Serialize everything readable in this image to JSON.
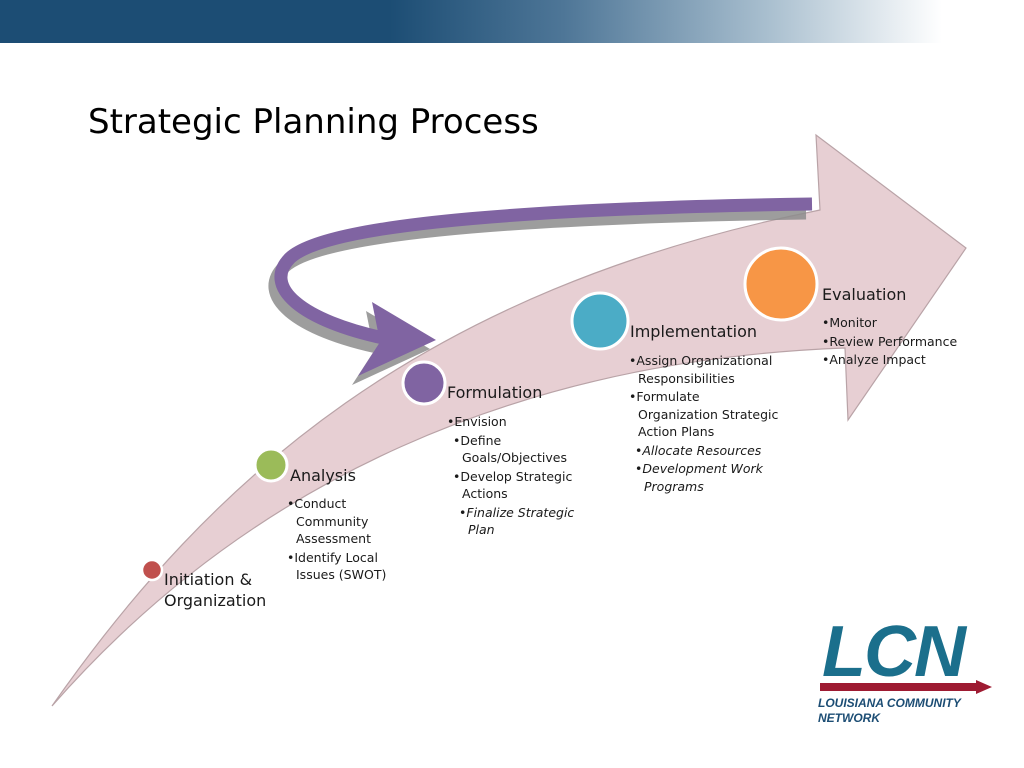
{
  "slide": {
    "title": "Strategic Planning Process"
  },
  "stages": [
    {
      "name": "Initiation & Organization",
      "label_lines": [
        "Initiation &",
        "Organization"
      ],
      "color": "#c0504d",
      "bullets": []
    },
    {
      "name": "Analysis",
      "label_lines": [
        "Analysis"
      ],
      "color": "#9bbb59",
      "bullets": [
        {
          "text": "Conduct\nCommunity\nAssessment",
          "italic": false
        },
        {
          "text": "Identify Local\nIssues (SWOT)",
          "italic": false
        }
      ]
    },
    {
      "name": "Formulation",
      "label_lines": [
        "Formulation"
      ],
      "color": "#8064a2",
      "bullets": [
        {
          "text": "Envision",
          "italic": false
        },
        {
          "text": "Define\nGoals/Objectives",
          "italic": false
        },
        {
          "text": "Develop Strategic\nActions",
          "italic": false
        },
        {
          "text": "Finalize Strategic\nPlan",
          "italic": true
        }
      ]
    },
    {
      "name": "Implementation",
      "label_lines": [
        "Implementation"
      ],
      "color": "#4bacc6",
      "bullets": [
        {
          "text": "Assign Organizational\nResponsibilities",
          "italic": false
        },
        {
          "text": "Formulate\nOrganization Strategic\nAction Plans",
          "italic": false
        },
        {
          "text": "Allocate Resources",
          "italic": true
        },
        {
          "text": "Development Work\nPrograms",
          "italic": true
        }
      ]
    },
    {
      "name": "Evaluation",
      "label_lines": [
        "Evaluation"
      ],
      "color": "#f79646",
      "bullets": [
        {
          "text": "Monitor",
          "italic": false
        },
        {
          "text": "Review Performance",
          "italic": false
        },
        {
          "text": "Analyze Impact",
          "italic": false
        }
      ]
    }
  ],
  "colors": {
    "big_arrow_fill": "#e7cfd3",
    "big_arrow_stroke": "#b9a3a7",
    "feedback_arrow": "#8064a2",
    "feedback_shadow": "#8c8c8c",
    "header_bar": "#1c4d74"
  },
  "logo": {
    "letters": "LCN",
    "line1": "LOUISIANA COMMUNITY",
    "line2": "NETWORK",
    "text_color": "#1b6f8c",
    "stripe_color": "#9e1b32"
  }
}
